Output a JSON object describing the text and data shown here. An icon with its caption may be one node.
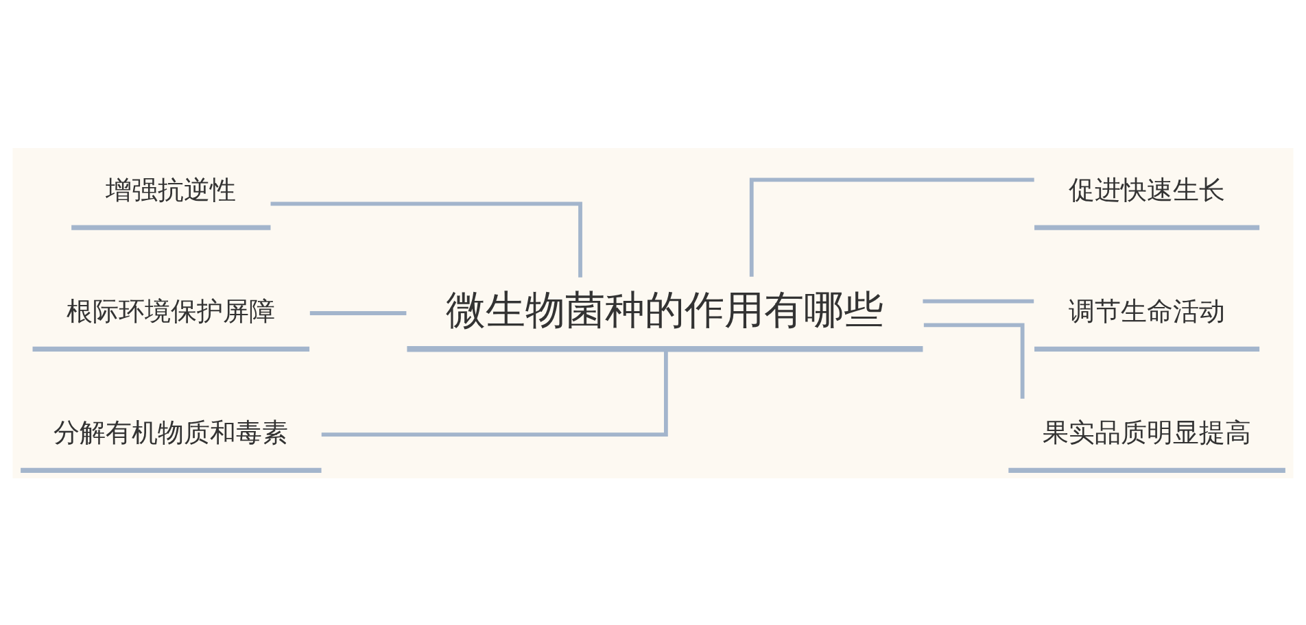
{
  "diagram": {
    "nodes": [
      {
        "text": [
          "微生物菌种的作用有哪些"
        ]
      },
      {
        "text": [
          "增强抗逆性"
        ]
      },
      {
        "text": [
          "根际环境保护屏障"
        ]
      },
      {
        "text": [
          "分解有机物质和毒素"
        ]
      },
      {
        "text": [
          "促进快速生长"
        ]
      },
      {
        "text": [
          "调节生命活动"
        ]
      },
      {
        "text": [
          "果实品质明显提高"
        ]
      }
    ],
    "edges": [
      {
        "from": 0,
        "to": 1,
        "arrow": "none"
      },
      {
        "from": 0,
        "to": 2,
        "arrow": "none"
      },
      {
        "from": 0,
        "to": 3,
        "arrow": "none"
      },
      {
        "from": 0,
        "to": 4,
        "arrow": "none"
      },
      {
        "from": 0,
        "to": 5,
        "arrow": "none"
      },
      {
        "from": 0,
        "to": 6,
        "arrow": "none"
      }
    ]
  }
}
